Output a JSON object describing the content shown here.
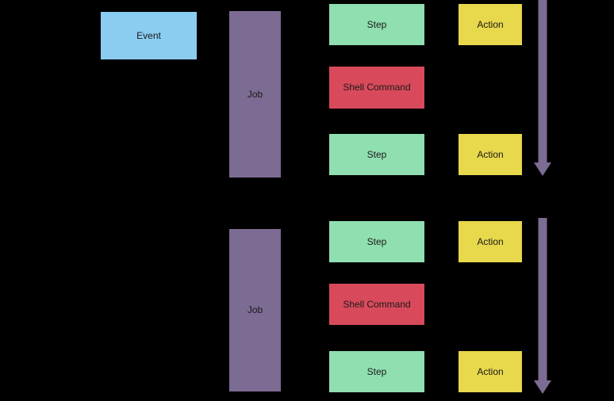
{
  "diagram": {
    "event": {
      "label": "Event"
    },
    "job_groups": [
      {
        "job": {
          "label": "Job"
        },
        "steps": [
          {
            "type": "step",
            "label": "Step"
          },
          {
            "type": "shell-command",
            "label": "Shell Command"
          },
          {
            "type": "step",
            "label": "Step"
          }
        ],
        "actions": [
          {
            "label": "Action"
          },
          {
            "label": "Action"
          }
        ]
      },
      {
        "job": {
          "label": "Job"
        },
        "steps": [
          {
            "type": "step",
            "label": "Step"
          },
          {
            "type": "shell-command",
            "label": "Shell Command"
          },
          {
            "type": "step",
            "label": "Step"
          }
        ],
        "actions": [
          {
            "label": "Action"
          },
          {
            "label": "Action"
          }
        ]
      }
    ]
  },
  "colors": {
    "background": "#000000",
    "event_box": "#8bcdf1",
    "job_box": "#7c6b93",
    "step_box": "#90dfb0",
    "shell_command_box": "#d84a5b",
    "action_box": "#e8d84b",
    "arrow": "#7c6b93",
    "box_text": "#1a1a1a"
  }
}
